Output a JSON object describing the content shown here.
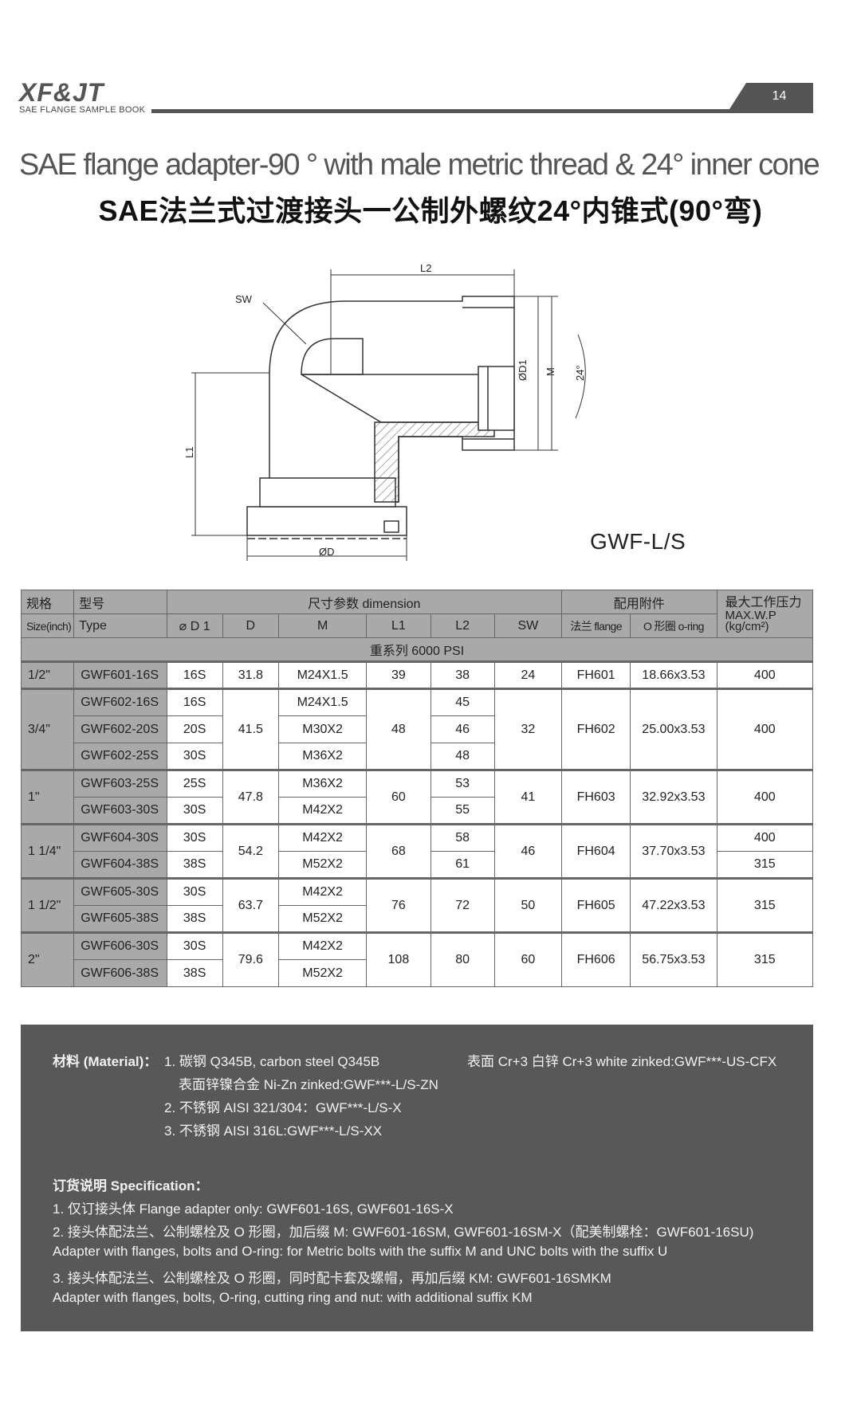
{
  "header": {
    "logo_text": "XF&JT",
    "logo_sub": "SAE FLANGE SAMPLE BOOK",
    "page_number": "14"
  },
  "title": {
    "en": "SAE flange adapter-90 ° with male metric thread & 24° inner cone",
    "cn": "SAE法兰式过渡接头一公制外螺纹24°内锥式(90°弯)"
  },
  "drawing": {
    "labels": {
      "l2": "L2",
      "sw": "SW",
      "d1": "ØD1",
      "m": "M",
      "angle": "24°",
      "l1": "L1",
      "d": "ØD"
    },
    "model": "GWF-L/S"
  },
  "table": {
    "headers": {
      "size_cn": "规格",
      "type_cn": "型号",
      "dimension": "尺寸参数 dimension",
      "accessories": "配用附件",
      "wp_cn": "最大工作压力",
      "wp_en": "MAX.W.P",
      "wp_unit": "(kg/cm²)",
      "size_en": "Size(inch)",
      "type_en": "Type",
      "d1": "⌀ D 1",
      "d": "D",
      "m": "M",
      "l1": "L1",
      "l2": "L2",
      "sw": "SW",
      "flange": "法兰 flange",
      "oring": "O 形圈 o-ring"
    },
    "group": "重系列 6000 PSI",
    "groups": [
      {
        "size": "1/2\"",
        "d": "31.8",
        "l1": "39",
        "sw": "24",
        "flange": "FH601",
        "oring": "18.66x3.53",
        "rows": [
          {
            "type": "GWF601-16S",
            "d1": "16S",
            "m": "M24X1.5",
            "l2": "38",
            "wp": "400"
          }
        ]
      },
      {
        "size": "3/4\"",
        "d": "41.5",
        "l1": "48",
        "sw": "32",
        "flange": "FH602",
        "oring": "25.00x3.53",
        "wp": "400",
        "rows": [
          {
            "type": "GWF602-16S",
            "d1": "16S",
            "m": "M24X1.5",
            "l2": "45"
          },
          {
            "type": "GWF602-20S",
            "d1": "20S",
            "m": "M30X2",
            "l2": "46"
          },
          {
            "type": "GWF602-25S",
            "d1": "30S",
            "m": "M36X2",
            "l2": "48"
          }
        ]
      },
      {
        "size": "1\"",
        "d": "47.8",
        "l1": "60",
        "sw": "41",
        "flange": "FH603",
        "oring": "32.92x3.53",
        "wp": "400",
        "rows": [
          {
            "type": "GWF603-25S",
            "d1": "25S",
            "m": "M36X2",
            "l2": "53"
          },
          {
            "type": "GWF603-30S",
            "d1": "30S",
            "m": "M42X2",
            "l2": "55"
          }
        ]
      },
      {
        "size": "1 1/4\"",
        "d": "54.2",
        "l1": "68",
        "sw": "46",
        "flange": "FH604",
        "oring": "37.70x3.53",
        "rows": [
          {
            "type": "GWF604-30S",
            "d1": "30S",
            "m": "M42X2",
            "l2": "58",
            "wp": "400"
          },
          {
            "type": "GWF604-38S",
            "d1": "38S",
            "m": "M52X2",
            "l2": "61",
            "wp": "315"
          }
        ]
      },
      {
        "size": "1 1/2\"",
        "d": "63.7",
        "l1": "76",
        "l2": "72",
        "sw": "50",
        "flange": "FH605",
        "oring": "47.22x3.53",
        "wp": "315",
        "rows": [
          {
            "type": "GWF605-30S",
            "d1": "30S",
            "m": "M42X2"
          },
          {
            "type": "GWF605-38S",
            "d1": "38S",
            "m": "M52X2"
          }
        ]
      },
      {
        "size": "2\"",
        "d": "79.6",
        "l1": "108",
        "l2": "80",
        "sw": "60",
        "flange": "FH606",
        "oring": "56.75x3.53",
        "wp": "315",
        "rows": [
          {
            "type": "GWF606-30S",
            "d1": "30S",
            "m": "M42X2"
          },
          {
            "type": "GWF606-38S",
            "d1": "38S",
            "m": "M52X2"
          }
        ]
      }
    ]
  },
  "notes": {
    "material_label": "材料 (Material)：",
    "m1": "1. 碳钢 Q345B, carbon steel Q345B",
    "m1_surface": "表面 Cr+3 白锌 Cr+3 white zinked:GWF***-US-CFX",
    "m1_zn": "表面锌镍合金 Ni-Zn zinked:GWF***-L/S-ZN",
    "m2": "2. 不锈钢 AISI 321/304：GWF***-L/S-X",
    "m3": "3. 不锈钢 AISI 316L:GWF***-L/S-XX",
    "spec_label": "订货说明 Specification：",
    "s1": "1. 仅订接头体 Flange adapter only: GWF601-16S, GWF601-16S-X",
    "s2": "2. 接头体配法兰、公制螺栓及 O 形圈，加后缀 M: GWF601-16SM, GWF601-16SM-X（配美制螺栓：GWF601-16SU)",
    "s2_en": "Adapter with flanges, bolts and O-ring: for Metric bolts with the suffix M and UNC bolts with the suffix U",
    "s3": "3. 接头体配法兰、公制螺栓及 O 形圈，同时配卡套及螺帽，再加后缀 KM: GWF601-16SMKM",
    "s3_en": "Adapter with flanges, bolts, O-ring, cutting ring and nut: with additional suffix KM"
  }
}
